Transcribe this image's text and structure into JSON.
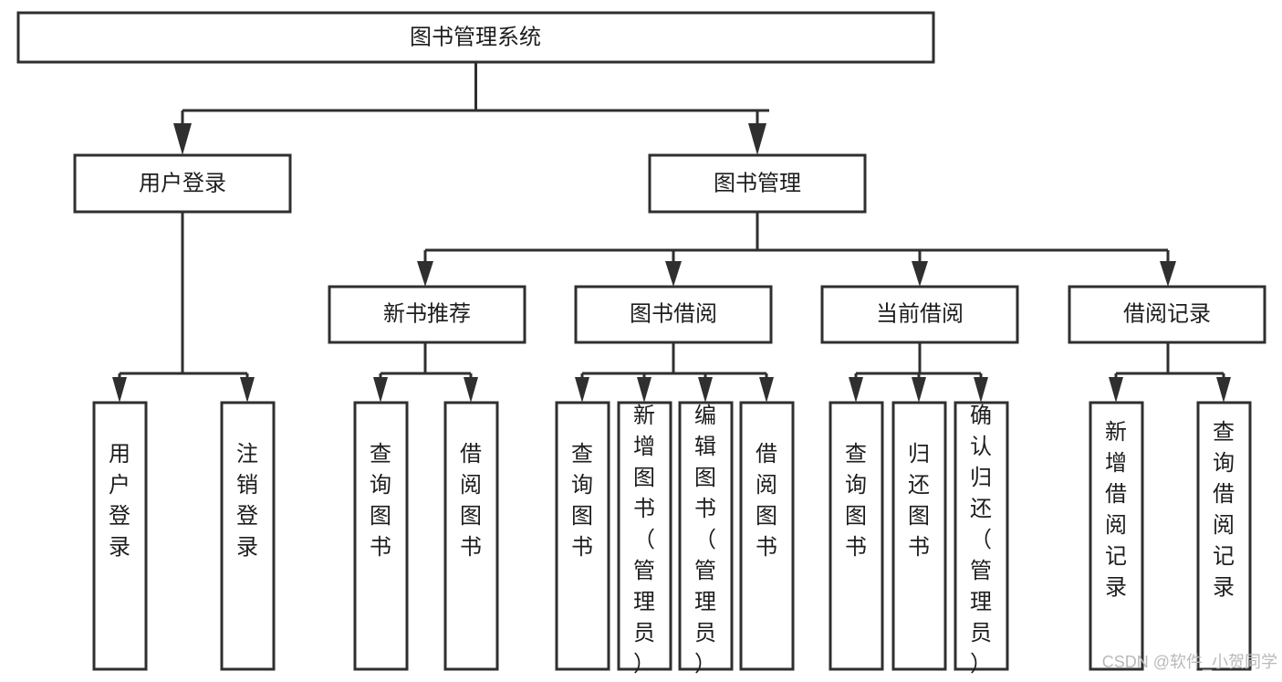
{
  "diagram": {
    "title": "图书管理系统",
    "type": "hierarchy-tree",
    "watermark": "CSDN @软件_小贺同学",
    "colors": {
      "stroke": "#2f2f2f",
      "fill": "#ffffff",
      "text": "#1d1d1d",
      "watermark": "#b9b9b9"
    },
    "levels": [
      {
        "level": 0,
        "nodes": [
          {
            "id": "root",
            "label": "图书管理系统",
            "orientation": "horizontal"
          }
        ]
      },
      {
        "level": 1,
        "nodes": [
          {
            "id": "login",
            "label": "用户登录",
            "orientation": "horizontal",
            "parent": "root"
          },
          {
            "id": "bookmgmt",
            "label": "图书管理",
            "orientation": "horizontal",
            "parent": "root"
          }
        ]
      },
      {
        "level": 2,
        "nodes": [
          {
            "id": "newbook",
            "label": "新书推荐",
            "orientation": "horizontal",
            "parent": "bookmgmt"
          },
          {
            "id": "borrow",
            "label": "图书借阅",
            "orientation": "horizontal",
            "parent": "bookmgmt"
          },
          {
            "id": "current",
            "label": "当前借阅",
            "orientation": "horizontal",
            "parent": "bookmgmt"
          },
          {
            "id": "records",
            "label": "借阅记录",
            "orientation": "horizontal",
            "parent": "bookmgmt"
          }
        ]
      },
      {
        "level": 3,
        "nodes": [
          {
            "id": "leaf1",
            "label": "用户登录",
            "orientation": "vertical",
            "parent": "login"
          },
          {
            "id": "leaf2",
            "label": "注销登录",
            "orientation": "vertical",
            "parent": "login"
          },
          {
            "id": "leaf3",
            "label": "查询图书",
            "orientation": "vertical",
            "parent": "newbook"
          },
          {
            "id": "leaf4",
            "label": "借阅图书",
            "orientation": "vertical",
            "parent": "newbook"
          },
          {
            "id": "leaf5",
            "label": "查询图书",
            "orientation": "vertical",
            "parent": "borrow"
          },
          {
            "id": "leaf6",
            "label": "新增图书（管理员）",
            "orientation": "vertical",
            "parent": "borrow"
          },
          {
            "id": "leaf7",
            "label": "编辑图书（管理员）",
            "orientation": "vertical",
            "parent": "borrow"
          },
          {
            "id": "leaf8",
            "label": "借阅图书",
            "orientation": "vertical",
            "parent": "borrow"
          },
          {
            "id": "leaf9",
            "label": "查询图书",
            "orientation": "vertical",
            "parent": "current"
          },
          {
            "id": "leaf10",
            "label": "归还图书",
            "orientation": "vertical",
            "parent": "current"
          },
          {
            "id": "leaf11",
            "label": "确认归还（管理员）",
            "orientation": "vertical",
            "parent": "current"
          },
          {
            "id": "leaf12",
            "label": "新增借阅记录",
            "orientation": "vertical",
            "parent": "records"
          },
          {
            "id": "leaf13",
            "label": "查询借阅记录",
            "orientation": "vertical",
            "parent": "records"
          }
        ]
      }
    ]
  }
}
